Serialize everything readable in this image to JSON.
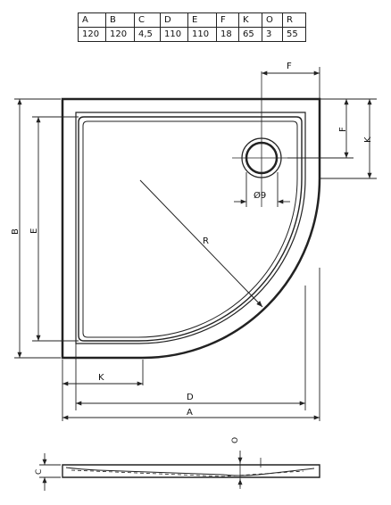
{
  "table": {
    "headers": [
      "A",
      "B",
      "C",
      "D",
      "E",
      "F",
      "K",
      "O",
      "R"
    ],
    "values": [
      "120",
      "120",
      "4,5",
      "110",
      "110",
      "18",
      "65",
      "3",
      "55"
    ]
  },
  "labels": {
    "a": "A",
    "b": "B",
    "c": "C",
    "d": "D",
    "e": "E",
    "f": "F",
    "k_bottom": "K",
    "k_right": "K",
    "r": "R",
    "o": "O",
    "drain": "Ø9"
  }
}
